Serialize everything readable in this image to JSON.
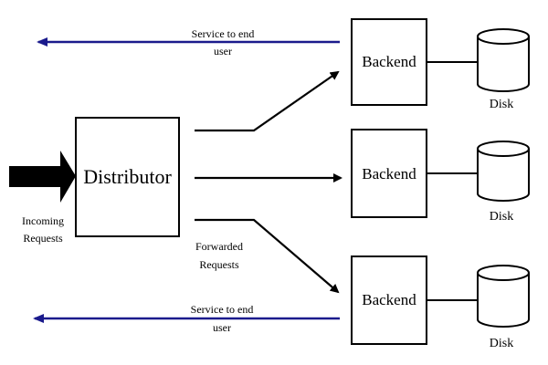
{
  "colors": {
    "line": "#000000",
    "return_arrow": "#1a1a8c",
    "background": "#ffffff"
  },
  "diagram": {
    "distributor": {
      "label": "Distributor"
    },
    "incoming": {
      "label_line1": "Incoming",
      "label_line2": "Requests"
    },
    "forwarded": {
      "label_line1": "Forwarded",
      "label_line2": "Requests"
    },
    "return_top": {
      "label_line1": "Service to end",
      "label_line2": "user"
    },
    "return_bottom": {
      "label_line1": "Service to end",
      "label_line2": "user"
    },
    "backends": [
      {
        "label": "Backend",
        "disk_label": "Disk"
      },
      {
        "label": "Backend",
        "disk_label": "Disk"
      },
      {
        "label": "Backend",
        "disk_label": "Disk"
      }
    ]
  }
}
